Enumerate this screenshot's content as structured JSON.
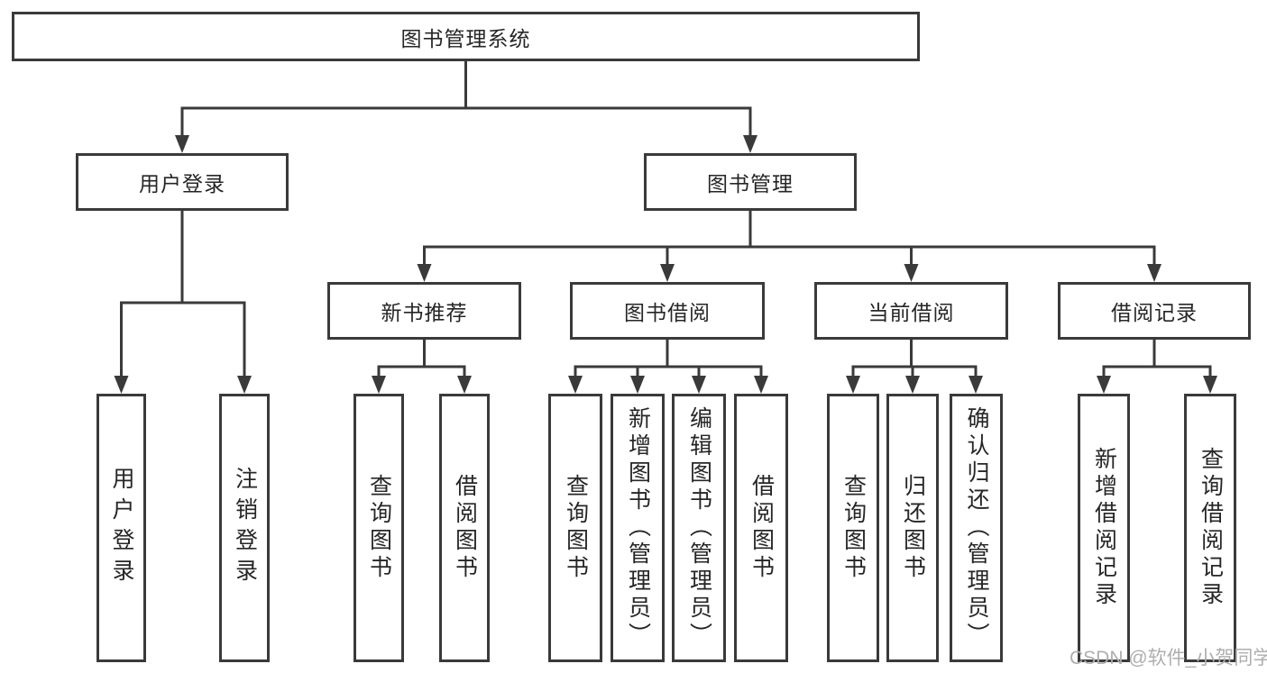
{
  "tree": {
    "root": {
      "label": "图书管理系统"
    },
    "children": [
      {
        "label": "用户登录",
        "children": [
          {
            "label": "用户登录"
          },
          {
            "label": "注销登录"
          }
        ]
      },
      {
        "label": "图书管理",
        "children": [
          {
            "label": "新书推荐",
            "children": [
              {
                "label": "查询图书"
              },
              {
                "label": "借阅图书"
              }
            ]
          },
          {
            "label": "图书借阅",
            "children": [
              {
                "label": "查询图书"
              },
              {
                "label": "新增图书（管理员）"
              },
              {
                "label": "编辑图书（管理员）"
              },
              {
                "label": "借阅图书"
              }
            ]
          },
          {
            "label": "当前借阅",
            "children": [
              {
                "label": "查询图书"
              },
              {
                "label": "归还图书"
              },
              {
                "label": "确认归还（管理员）"
              }
            ]
          },
          {
            "label": "借阅记录",
            "children": [
              {
                "label": "新增借阅记录"
              },
              {
                "label": "查询借阅记录"
              }
            ]
          }
        ]
      }
    ]
  },
  "watermark": {
    "text": "CSDN @软件_小贺同学"
  },
  "colors": {
    "line": "#3a3a3a",
    "box_border": "#3a3a3a",
    "text": "#262626",
    "watermark": "#aeaeae",
    "background": "#ffffff"
  }
}
